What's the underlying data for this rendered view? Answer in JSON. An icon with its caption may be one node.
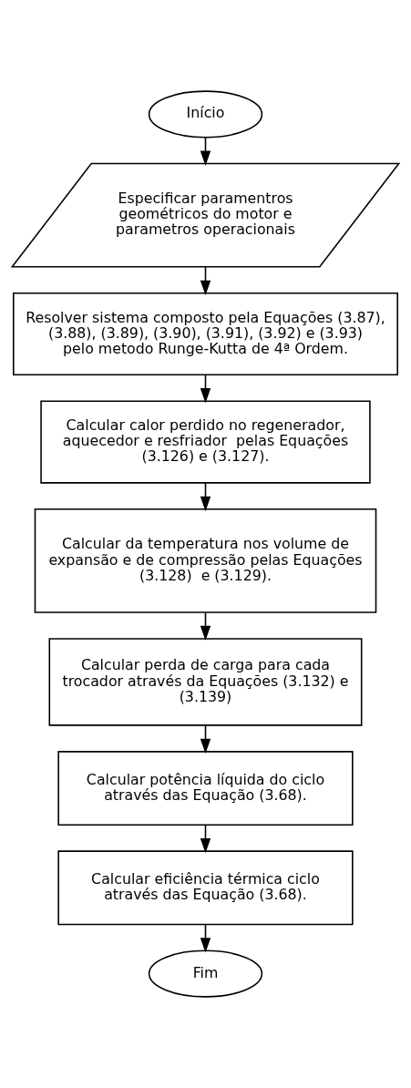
{
  "diagram": {
    "nodes": [
      {
        "text": [
          "Início"
        ]
      },
      {
        "text": [
          "Especificar paramentros geométricos do motor e parametros operacionais"
        ]
      },
      {
        "text": [
          "Resolver sistema composto pela Equações (3.87), (3.88), (3.89), (3.90), (3.91), (3.92) e (3.93) pelo metodo Runge-Kutta de 4ª Ordem."
        ]
      },
      {
        "text": [
          "Calcular calor perdido no regenerador, aquecedor e resfriador  pelas Equações (3.126) e (3.127)."
        ]
      },
      {
        "text": [
          "Calcular da temperatura nos volume de expansão e de compressão pelas Equações (3.128)  e (3.129)."
        ]
      },
      {
        "text": [
          "Calcular perda de carga para cada trocador através da Equações (3.132) e (3.139)"
        ]
      },
      {
        "text": [
          "Calcular potência líquida do ciclo através das Equação (3.68)."
        ]
      },
      {
        "text": [
          "Calcular eficiência térmica ciclo através das Equação (3.68)."
        ]
      },
      {
        "text": [
          "Fim"
        ]
      }
    ],
    "edges": [
      {
        "from": 0,
        "to": 1,
        "arrow": "to"
      },
      {
        "from": 1,
        "to": 2,
        "arrow": "to"
      },
      {
        "from": 2,
        "to": 3,
        "arrow": "to"
      },
      {
        "from": 3,
        "to": 4,
        "arrow": "to"
      },
      {
        "from": 4,
        "to": 5,
        "arrow": "to"
      },
      {
        "from": 5,
        "to": 6,
        "arrow": "to"
      },
      {
        "from": 6,
        "to": 7,
        "arrow": "to"
      },
      {
        "from": 7,
        "to": 8,
        "arrow": "to"
      }
    ]
  }
}
